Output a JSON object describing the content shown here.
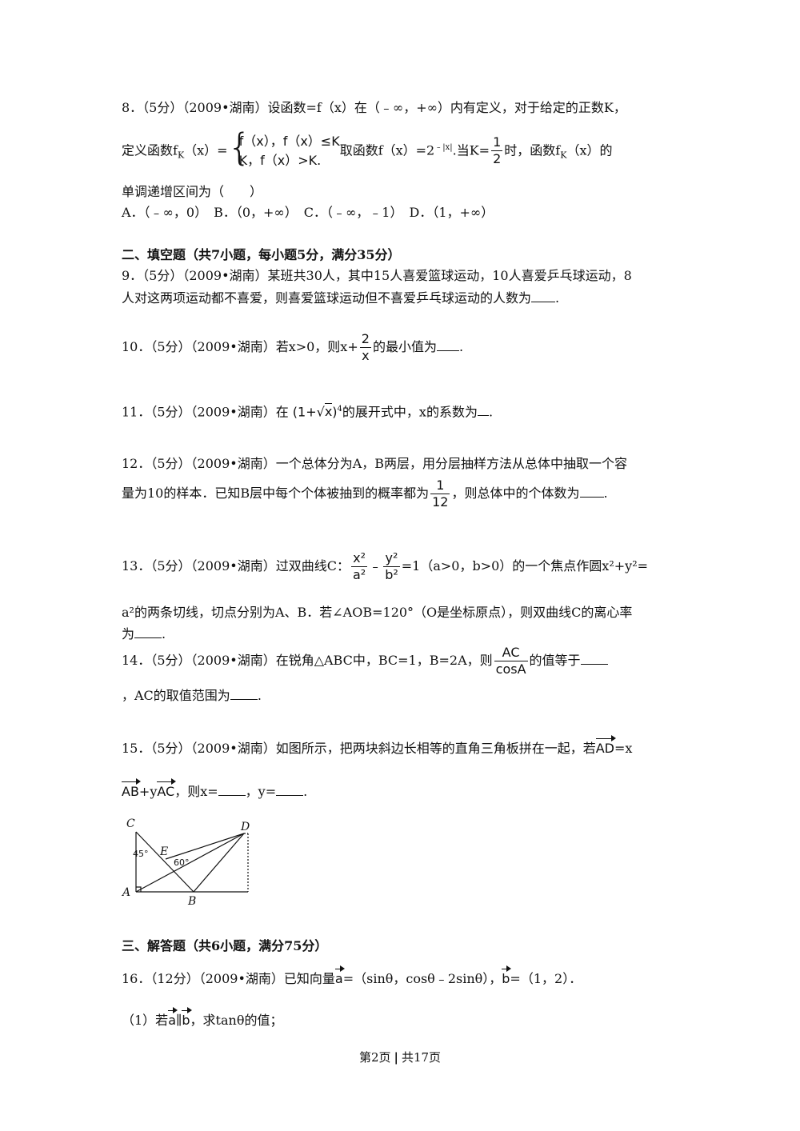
{
  "q8": {
    "line1": "8．（5分）（2009•湖南）设函数=f（x）在（﹣∞，+∞）内有定义，对于给定的正数K，",
    "prefix": "定义函数f",
    "prefix_sub": "K",
    "prefix_after": "（x）=",
    "case1": "f（x），f（x）≤K",
    "case2": "K，f（x）>K.",
    "mid": "取函数f（x）=2",
    "mid_sup": "﹣|x|",
    "mid_after": ".当K=",
    "frac_num": "1",
    "frac_den": "2",
    "tail": "时，函数f",
    "tail_sub": "K",
    "tail_after": "（x）的",
    "line3": "单调递增区间为（　　）",
    "options": "A．（﹣∞，0）　B．（0，+∞）　C．（﹣∞，﹣1）　D．（1，+∞）"
  },
  "section2": "二、填空题（共7小题，每小题5分，满分35分）",
  "q9": {
    "line1": "9．（5分）（2009•湖南）某班共30人，其中15人喜爱篮球运动，10人喜爱乒乓球运动，8",
    "line2": "人对这两项运动都不喜爱，则喜爱篮球运动但不喜爱乒乓球运动的人数为",
    "end": "."
  },
  "q10": {
    "prefix": "10．（5分）（2009•湖南）若x>0，则x+",
    "frac_num": "2",
    "frac_den": "x",
    "suffix": "的最小值为",
    "end": "."
  },
  "q11": {
    "prefix": "11．（5分）（2009•湖南）在",
    "expr_open": "(1+",
    "sqrt_arg": "x",
    "expr_close": ")",
    "power": "4",
    "suffix": "的展开式中，x的系数为",
    "end": "."
  },
  "q12": {
    "line1": "12．（5分）（2009•湖南）一个总体分为A，B两层，用分层抽样方法从总体中抽取一个容",
    "prefix": "量为10的样本．已知B层中每个个体被抽到的概率都为",
    "frac_num": "1",
    "frac_den": "12",
    "suffix": "，则总体中的个体数为",
    "end": "."
  },
  "q13": {
    "prefix": "13．（5分）（2009•湖南）过双曲线C：",
    "f1_num": "x²",
    "f1_den": "a²",
    "minus": "﹣",
    "f2_num": "y²",
    "f2_den": "b²",
    "suffix": "=1（a>0，b>0）的一个焦点作圆x²+y²=",
    "line2": "a²的两条切线，切点分别为A、B．若∠AOB=120°（O是坐标原点），则双曲线C的离心率",
    "line3_prefix": "为",
    "end": "."
  },
  "q14": {
    "prefix": "14．（5分）（2009•湖南）在锐角△ABC中，BC=1，B=2A，则",
    "frac_num": "AC",
    "frac_den": "cosA",
    "suffix": "的值等于",
    "line2_prefix": "，AC的取值范围为",
    "end": "."
  },
  "q15": {
    "prefix": "15．（5分）（2009•湖南）如图所示，把两块斜边长相等的直角三角板拼在一起，若",
    "vec_ad": "AD",
    "after_ad": "=x",
    "vec_ab": "AB",
    "plus_y": "+y",
    "vec_ac": "AC",
    "mid": "，则x=",
    "mid2": "，y=",
    "end": "."
  },
  "figure": {
    "label_c": "C",
    "label_d": "D",
    "label_e": "E",
    "label_a": "A",
    "label_b": "B",
    "angle45": "45°",
    "angle60": "60°"
  },
  "section3": "三、解答题（共6小题，满分75分）",
  "q16": {
    "prefix": "16．（12分）（2009•湖南）已知向量",
    "vec_a": "a",
    "a_val": "=（sinθ，cosθ﹣2sinθ），",
    "vec_b": "b",
    "b_val": "=（1，2）．",
    "part1_prefix": "（1）若",
    "parallel": "∥",
    "part1_suffix": "，求tanθ的值；"
  },
  "footer": {
    "page": "第2页",
    "sep": "|",
    "total": "共17页"
  }
}
